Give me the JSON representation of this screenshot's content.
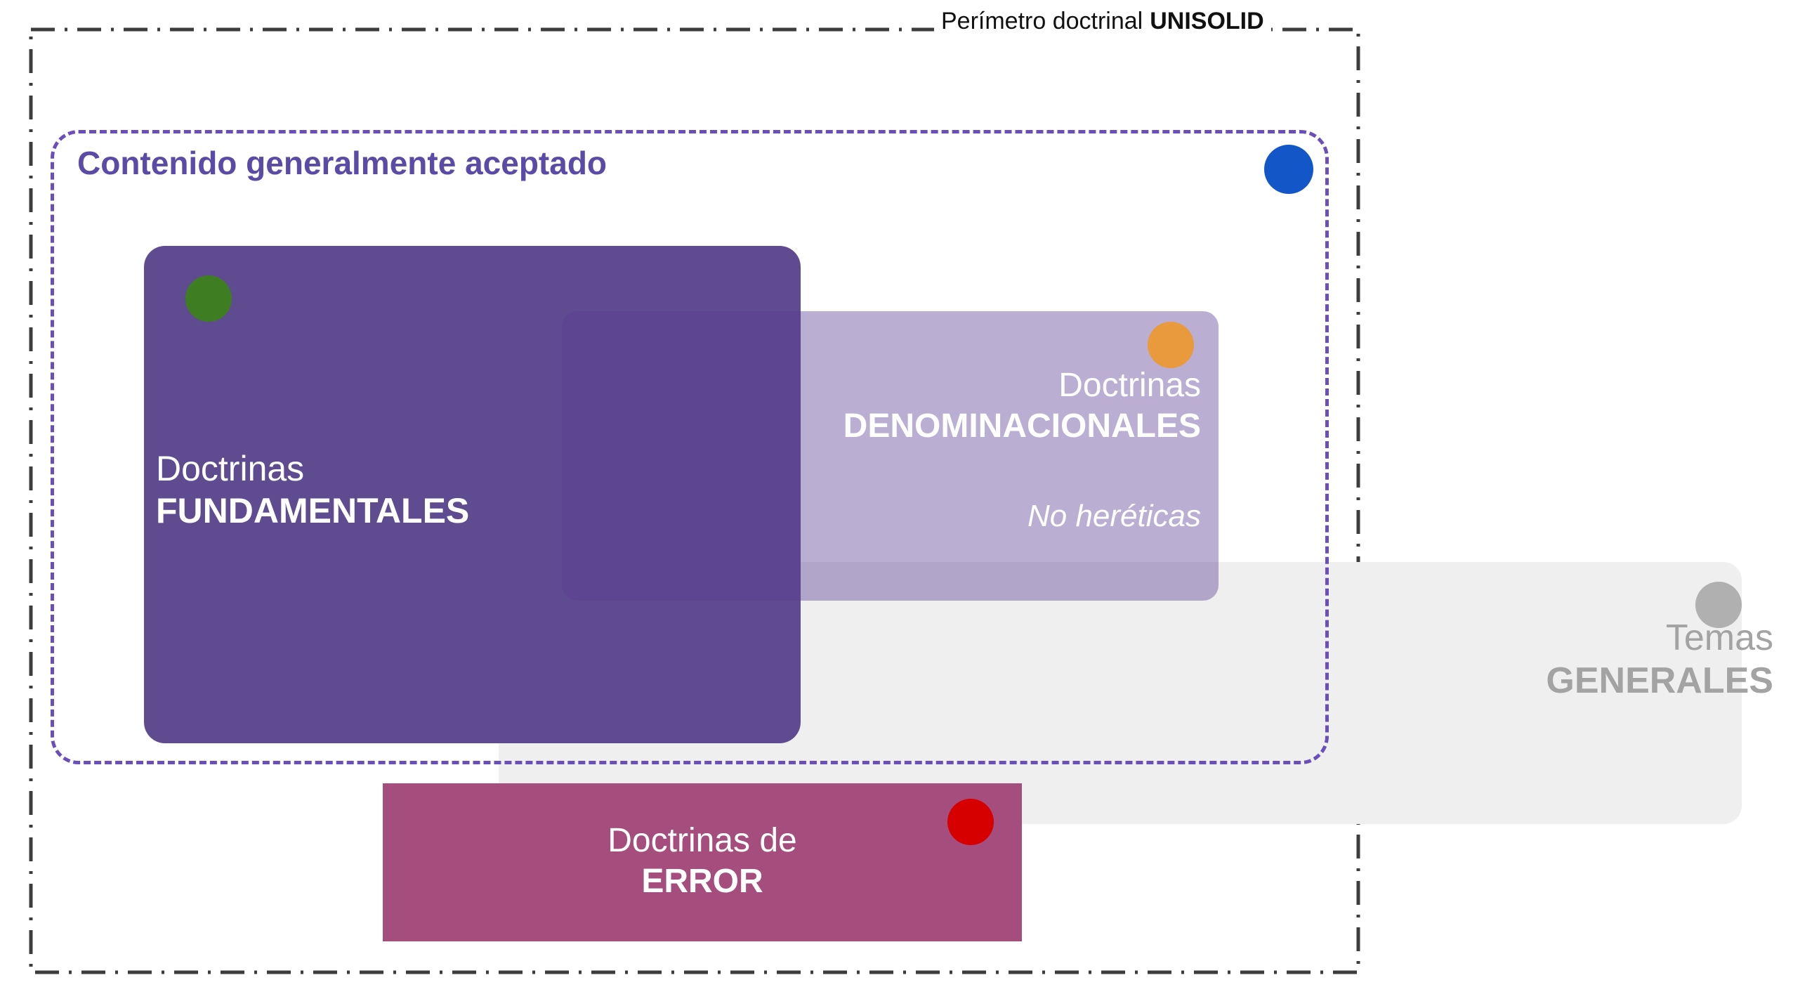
{
  "diagram": {
    "type": "venn-nested-boxes",
    "title_prefix": "Perímetro doctrinal",
    "title_brand": "UNISOLID",
    "accepted_region": {
      "label": "Contenido generalmente aceptado",
      "color": "#5b4aa6",
      "border_color": "#6b4fb8",
      "border_style": "dashed"
    },
    "perimeter": {
      "border_color": "#3d3d3d",
      "border_style": "dash-dot"
    },
    "cards": {
      "fundamental": {
        "line1": "Doctrinas",
        "line2": "FUNDAMENTALES",
        "fill": "#5f4b8f",
        "text_color": "#ffffff",
        "dot": {
          "name": "green-dot",
          "color": "#3f7d22"
        }
      },
      "denominational": {
        "line1": "Doctrinas",
        "line2": "DENOMINACIONALES",
        "note": "No heréticas",
        "fill": "#b0a5cf",
        "text_color": "#ffffff",
        "dot": {
          "name": "orange-dot",
          "color": "#e99a3c"
        }
      },
      "general": {
        "line1": "Temas",
        "line2": "GENERALES",
        "fill": "#efefef",
        "text_color": "#a3a3a3",
        "dot": {
          "name": "gray-dot",
          "color": "#b0b0b0"
        }
      },
      "error": {
        "line1": "Doctrinas de",
        "line2": "ERROR",
        "fill": "#a54d7d",
        "text_color": "#ffffff",
        "dot": {
          "name": "red-dot",
          "color": "#d60000"
        }
      }
    },
    "legend_dots": {
      "blue": {
        "name": "blue-dot",
        "color": "#1356c8"
      }
    }
  }
}
